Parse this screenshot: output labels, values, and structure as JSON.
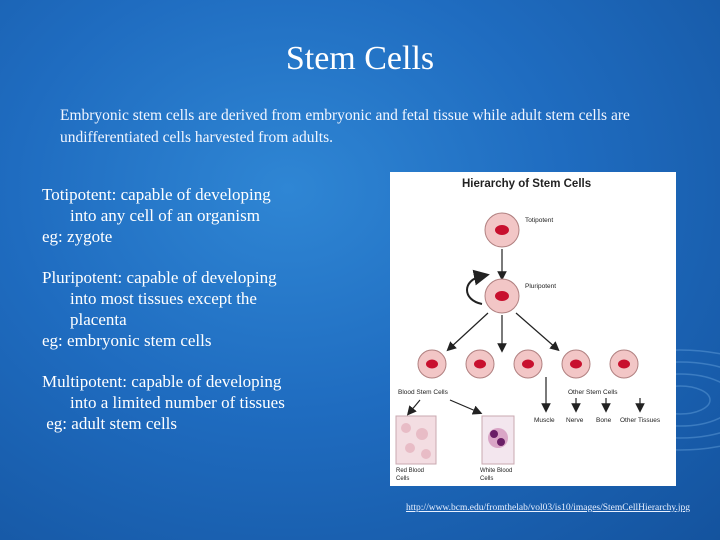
{
  "slide": {
    "title": "Stem Cells",
    "intro": "Embryonic stem cells are derived from embryonic and fetal tissue while adult stem cells are undifferentiated cells harvested from adults.",
    "definitions": [
      {
        "line1": "Totipotent: capable of developing",
        "line2": "into any cell of an organism",
        "line3": "",
        "example": "eg: zygote"
      },
      {
        "line1": "Pluripotent: capable of developing",
        "line2": "into most tissues except the",
        "line3": "placenta",
        "example": "eg: embryonic stem cells"
      },
      {
        "line1": "Multipotent: capable of developing",
        "line2": "into a limited number of tissues",
        "line3": "",
        "example": " eg: adult stem cells"
      }
    ],
    "source_url": "http://www.bcm.edu/fromthelab/vol03/is10/images/StemCellHierarchy.jpg"
  },
  "diagram": {
    "title": "Hierarchy of Stem Cells",
    "labels": {
      "totipotent": "Totipotent",
      "pluripotent": "Pluripotent",
      "blood_stem": "Blood Stem Cells",
      "other_stem": "Other Stem Cells",
      "muscle": "Muscle",
      "nerve": "Nerve",
      "bone": "Bone",
      "other_tissues": "Other Tissues",
      "red_blood_1": "Red Blood",
      "red_blood_2": "Cells",
      "white_blood_1": "White Blood",
      "white_blood_2": "Cells"
    },
    "colors": {
      "cell_body": "#f2c6c6",
      "nucleus": "#c8102e",
      "background": "#2f86d4"
    }
  }
}
